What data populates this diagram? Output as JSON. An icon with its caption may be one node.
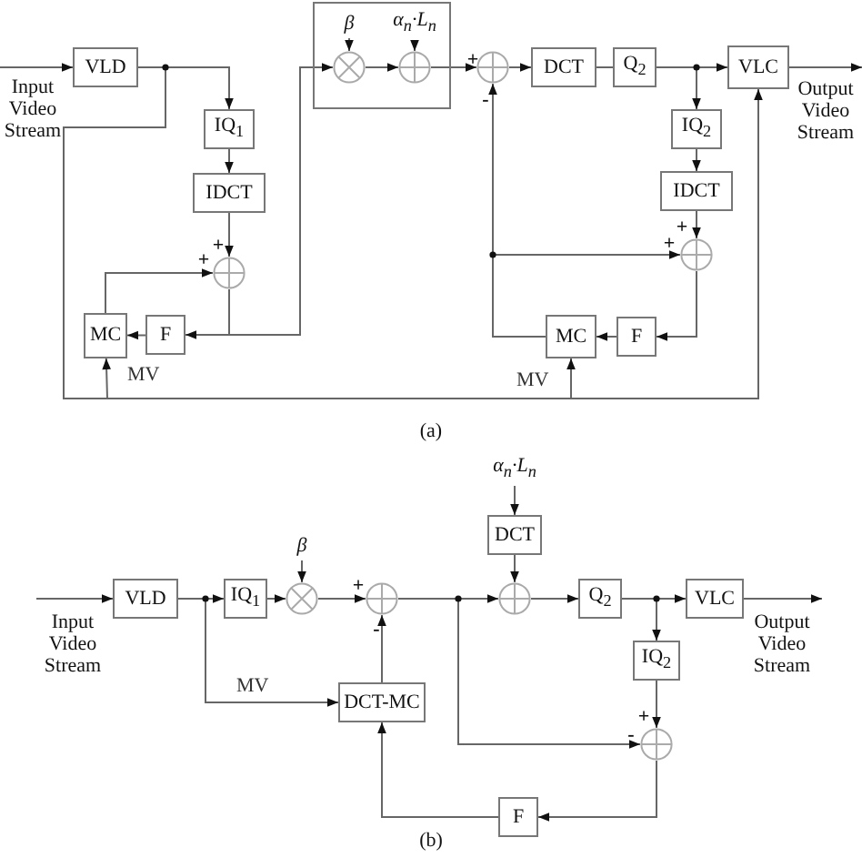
{
  "diagram": {
    "nodes": [
      {
        "text": [
          "VLD"
        ]
      },
      {
        "text": [
          "IQ$_{1}$"
        ]
      },
      {
        "text": [
          "IDCT"
        ]
      },
      {
        "text": [],
        "shape": "circle"
      },
      {
        "text": [
          "F"
        ]
      },
      {
        "text": [
          "MC"
        ]
      },
      {
        "text": [],
        "shape": "box"
      },
      {
        "text": [
          "β"
        ],
        "in": 6
      },
      {
        "text": [],
        "shape": "circle",
        "in": 6
      },
      {
        "text": [
          "α$_{n}$·L$_{n}$"
        ],
        "in": 6
      },
      {
        "text": [],
        "shape": "circle",
        "in": 6
      },
      {
        "text": [],
        "shape": "circle"
      },
      {
        "text": [
          "DCT"
        ]
      },
      {
        "text": [
          "Q$_{2}$"
        ]
      },
      {
        "text": [
          "VLC"
        ]
      },
      {
        "text": [
          "IQ$_{2}$"
        ]
      },
      {
        "text": [
          "IDCT"
        ]
      },
      {
        "text": [],
        "shape": "circle"
      },
      {
        "text": [
          "F"
        ]
      },
      {
        "text": [
          "MC"
        ]
      },
      {
        "text": [
          "VLD"
        ]
      },
      {
        "text": [
          "IQ$_{1}$"
        ]
      },
      {
        "text": [
          "β"
        ]
      },
      {
        "text": [],
        "shape": "circle"
      },
      {
        "text": [],
        "shape": "circle"
      },
      {
        "text": [
          "DCT-MC"
        ]
      },
      {
        "text": [
          "α$_{n}$·L$_{n}$"
        ]
      },
      {
        "text": [
          "DCT"
        ]
      },
      {
        "text": [],
        "shape": "circle"
      },
      {
        "text": [
          "Q$_{2}$"
        ]
      },
      {
        "text": [
          "VLC"
        ]
      },
      {
        "text": [
          "IQ$_{2}$"
        ]
      },
      {
        "text": [],
        "shape": "circle"
      },
      {
        "text": [
          "F"
        ]
      },
      {
        "text": [
          "Input Video Stream"
        ]
      },
      {
        "text": [
          "Output Video Stream"
        ]
      },
      {
        "text": [
          "Input Video Stream"
        ]
      },
      {
        "text": [
          "Output Video Stream"
        ]
      }
    ],
    "edges": [
      {
        "from": 34,
        "to": 0,
        "arrow": "to"
      },
      {
        "from": 0,
        "to": 1,
        "arrow": "to"
      },
      {
        "from": 0,
        "to": 5,
        "arrow": "to",
        "label": "MV"
      },
      {
        "from": 0,
        "to": 19,
        "arrow": "to",
        "label": "MV"
      },
      {
        "from": 0,
        "to": 14,
        "arrow": "to"
      },
      {
        "from": 1,
        "to": 2,
        "arrow": "to"
      },
      {
        "from": 2,
        "to": 3,
        "arrow": "to"
      },
      {
        "from": 5,
        "to": 3,
        "arrow": "to"
      },
      {
        "from": 3,
        "to": 4,
        "arrow": "to"
      },
      {
        "from": 3,
        "to": 8,
        "arrow": "to"
      },
      {
        "from": 4,
        "to": 5,
        "arrow": "to"
      },
      {
        "from": 7,
        "to": 8,
        "arrow": "to"
      },
      {
        "from": 8,
        "to": 10,
        "arrow": "to"
      },
      {
        "from": 9,
        "to": 10,
        "arrow": "to"
      },
      {
        "from": 10,
        "to": 11,
        "arrow": "to"
      },
      {
        "from": 11,
        "to": 12,
        "arrow": "to"
      },
      {
        "from": 12,
        "to": 13,
        "arrow": "none"
      },
      {
        "from": 13,
        "to": 14,
        "arrow": "to"
      },
      {
        "from": 13,
        "to": 15,
        "arrow": "to"
      },
      {
        "from": 14,
        "to": 35,
        "arrow": "to"
      },
      {
        "from": 15,
        "to": 16,
        "arrow": "to"
      },
      {
        "from": 16,
        "to": 17,
        "arrow": "to"
      },
      {
        "from": 17,
        "to": 18,
        "arrow": "to"
      },
      {
        "from": 18,
        "to": 19,
        "arrow": "to"
      },
      {
        "from": 19,
        "to": 11,
        "arrow": "to"
      },
      {
        "from": 19,
        "to": 17,
        "arrow": "to"
      },
      {
        "from": 36,
        "to": 20,
        "arrow": "to"
      },
      {
        "from": 20,
        "to": 21,
        "arrow": "to"
      },
      {
        "from": 20,
        "to": 25,
        "arrow": "to",
        "label": "MV"
      },
      {
        "from": 21,
        "to": 23,
        "arrow": "to"
      },
      {
        "from": 22,
        "to": 23,
        "arrow": "to"
      },
      {
        "from": 23,
        "to": 24,
        "arrow": "to"
      },
      {
        "from": 25,
        "to": 24,
        "arrow": "to"
      },
      {
        "from": 24,
        "to": 28,
        "arrow": "to"
      },
      {
        "from": 24,
        "to": 32,
        "arrow": "to"
      },
      {
        "from": 26,
        "to": 27,
        "arrow": "to"
      },
      {
        "from": 27,
        "to": 28,
        "arrow": "to"
      },
      {
        "from": 28,
        "to": 29,
        "arrow": "to"
      },
      {
        "from": 29,
        "to": 30,
        "arrow": "to"
      },
      {
        "from": 29,
        "to": 31,
        "arrow": "to"
      },
      {
        "from": 30,
        "to": 37,
        "arrow": "to"
      },
      {
        "from": 31,
        "to": 32,
        "arrow": "to"
      },
      {
        "from": 32,
        "to": 33,
        "arrow": "to"
      },
      {
        "from": 33,
        "to": 25,
        "arrow": "to"
      }
    ],
    "labels": [
      "+",
      "+",
      "+",
      "-",
      "+",
      "+",
      "(a)",
      "+",
      "-",
      "+",
      "-",
      "(b)"
    ]
  }
}
